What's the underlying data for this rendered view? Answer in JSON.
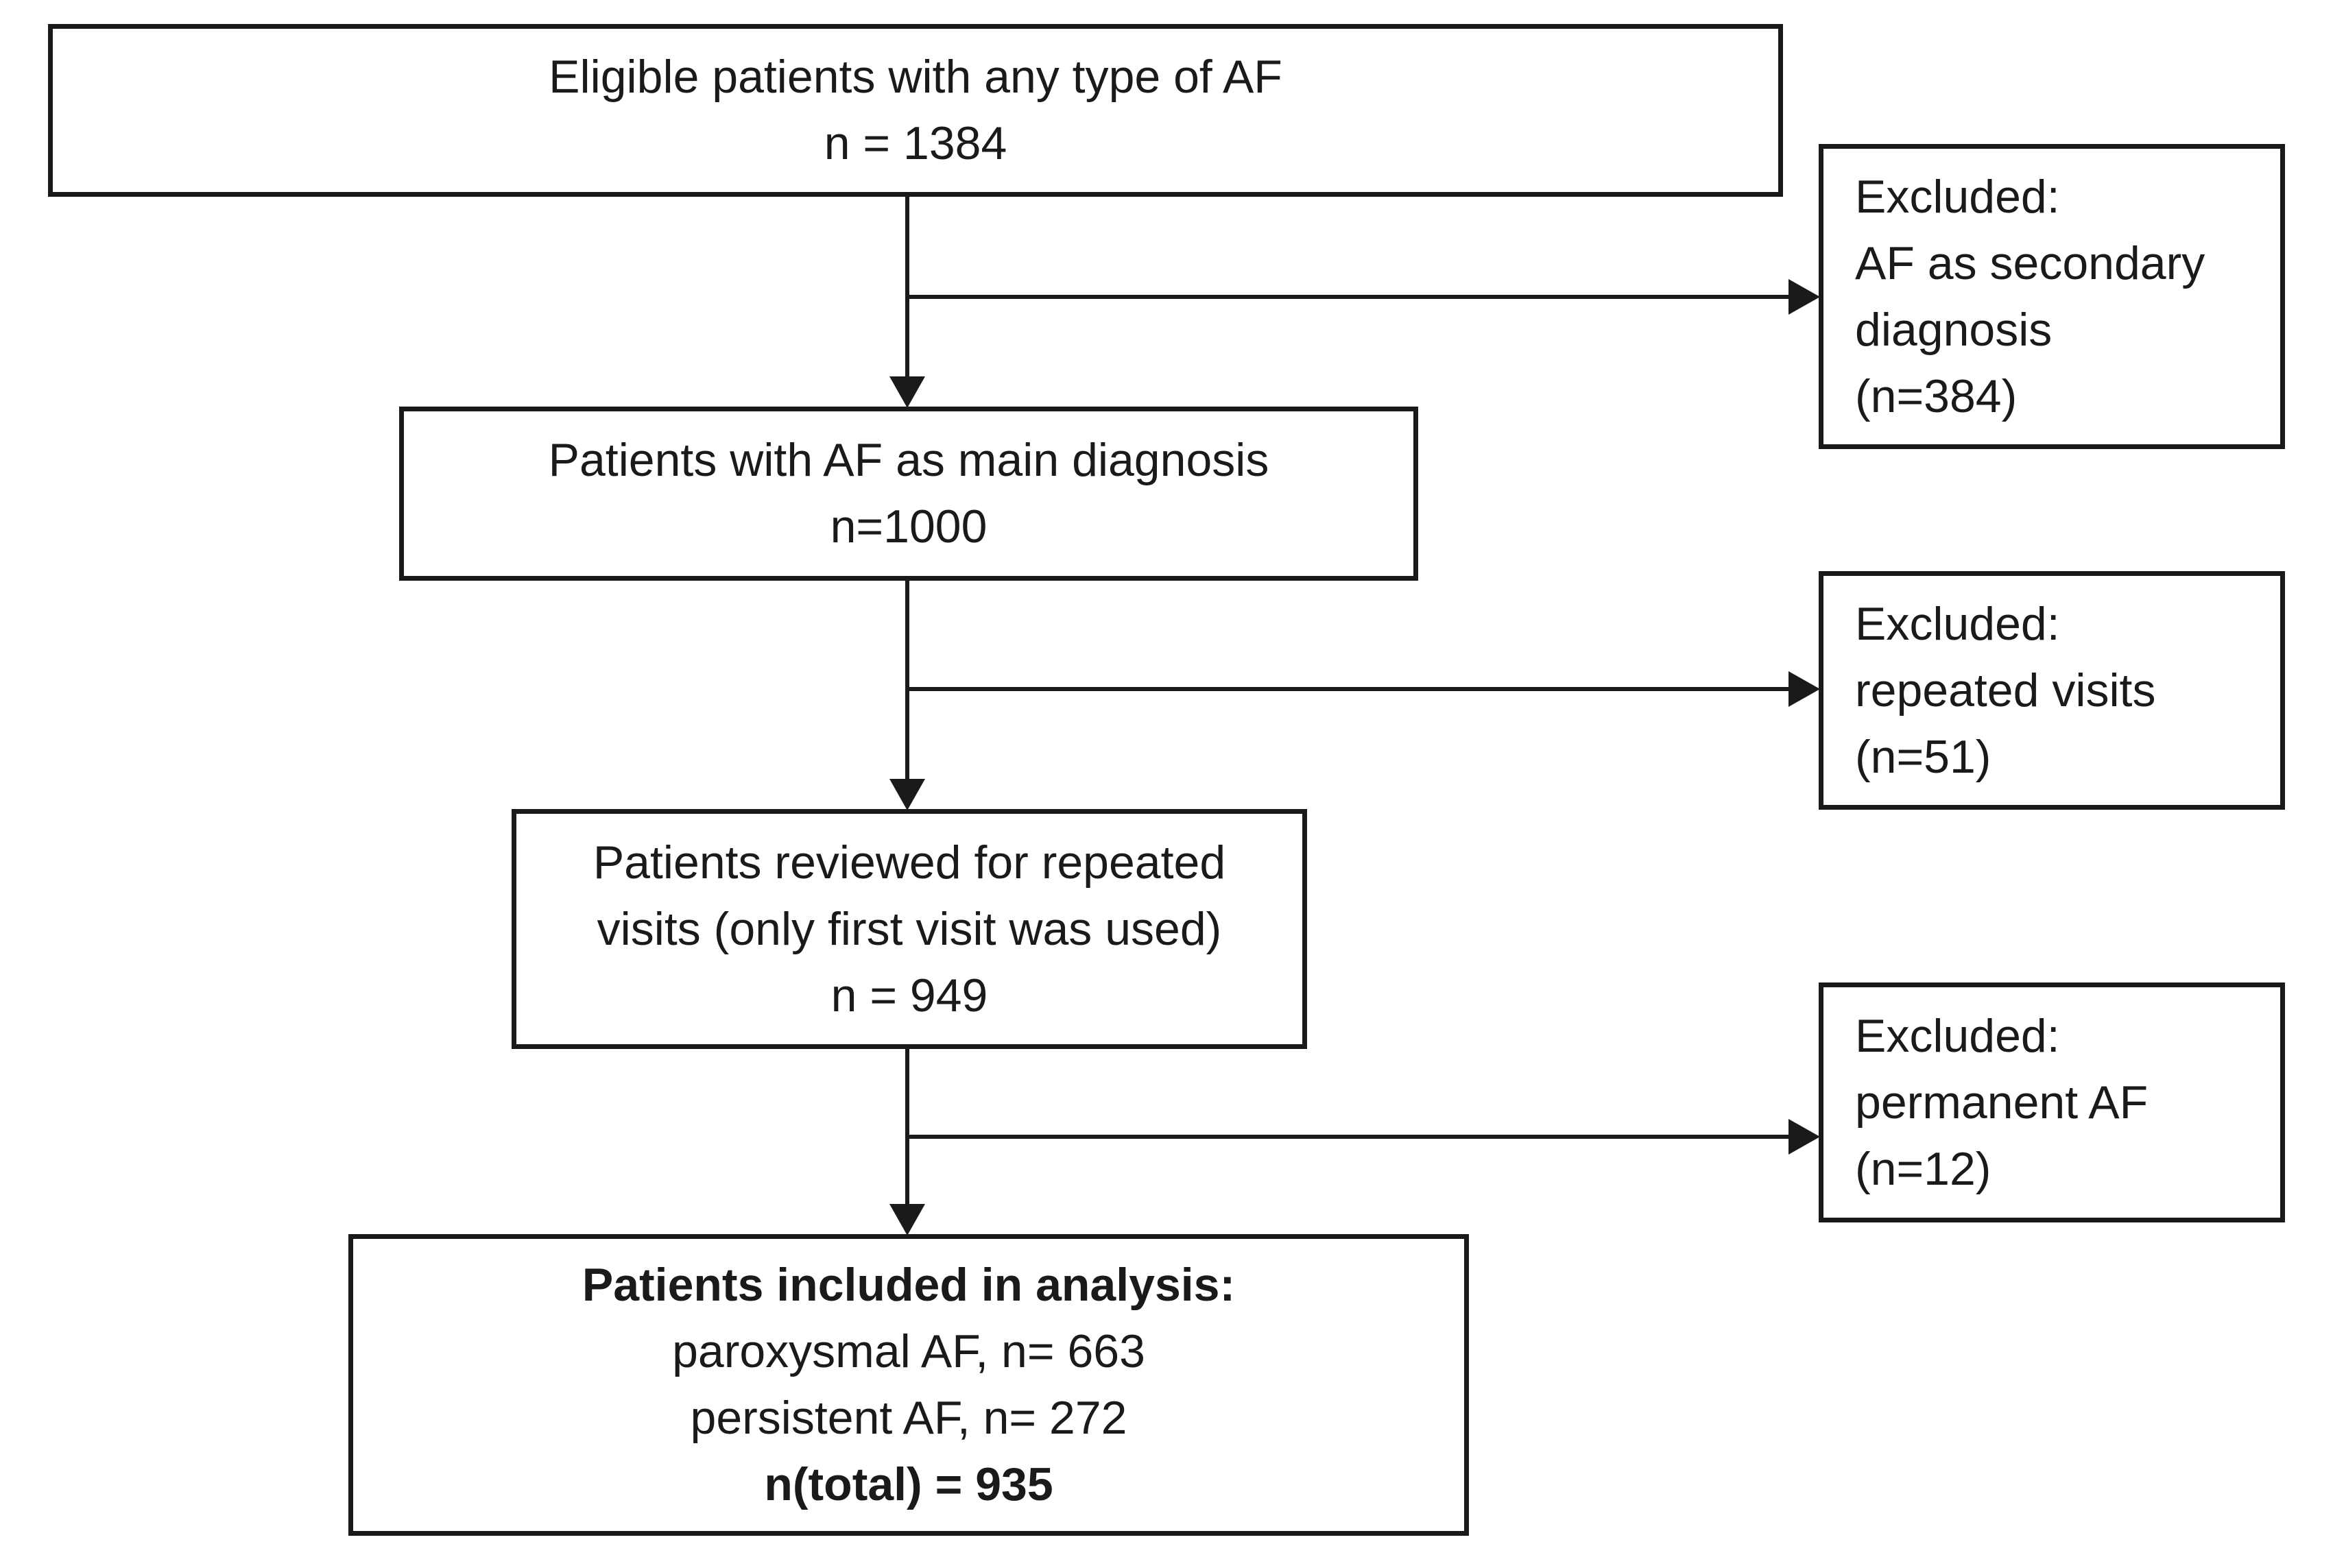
{
  "flowchart": {
    "colors": {
      "line_and_text": "#1a1a1a",
      "background": "#ffffff"
    },
    "boxes": {
      "eligible": {
        "lines": [
          "Eligible patients with any type of AF",
          "n = 1384"
        ]
      },
      "main_diagnosis": {
        "lines": [
          "Patients with AF as main diagnosis",
          "n=1000"
        ]
      },
      "reviewed": {
        "lines": [
          "Patients reviewed for repeated",
          "visits (only first visit was used)",
          "n = 949"
        ]
      },
      "included": {
        "lines": [
          "Patients included in analysis:",
          "paroxysmal AF, n= 663",
          "persistent AF, n= 272",
          "n(total) = 935"
        ]
      },
      "excluded_secondary": {
        "lines": [
          "Excluded:",
          "AF as secondary",
          "diagnosis",
          "(n=384)"
        ]
      },
      "excluded_repeated": {
        "lines": [
          "Excluded:",
          "repeated visits",
          "(n=51)"
        ]
      },
      "excluded_permanent": {
        "lines": [
          "Excluded:",
          "permanent AF",
          "(n=12)"
        ]
      }
    }
  }
}
